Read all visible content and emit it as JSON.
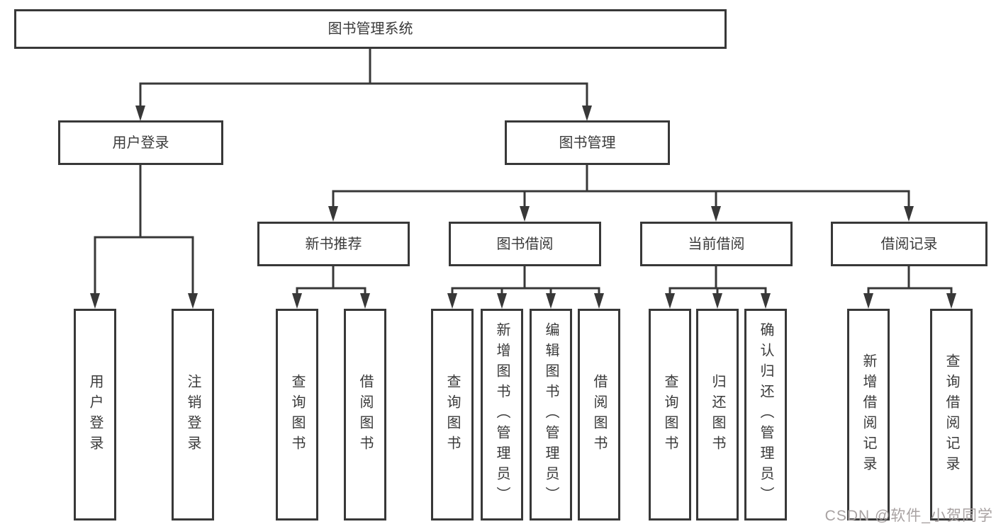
{
  "diagram": {
    "root": {
      "label": "图书管理系统"
    },
    "branches": [
      {
        "label": "用户登录",
        "children": [
          {
            "label": "用户登录"
          },
          {
            "label": "注销登录"
          }
        ]
      },
      {
        "label": "图书管理",
        "children": [
          {
            "label": "新书推荐",
            "children": [
              {
                "label": "查询图书"
              },
              {
                "label": "借阅图书"
              }
            ]
          },
          {
            "label": "图书借阅",
            "children": [
              {
                "label": "查询图书"
              },
              {
                "label": "新增图书（管理员）"
              },
              {
                "label": "编辑图书（管理员）"
              },
              {
                "label": "借阅图书"
              }
            ]
          },
          {
            "label": "当前借阅",
            "children": [
              {
                "label": "查询图书"
              },
              {
                "label": "归还图书"
              },
              {
                "label": "确认归还（管理员）"
              }
            ]
          },
          {
            "label": "借阅记录",
            "children": [
              {
                "label": "新增借阅记录"
              },
              {
                "label": "查询借阅记录"
              }
            ]
          }
        ]
      }
    ]
  },
  "watermark": {
    "text": "CSDN @软件_小贺同学"
  },
  "colors": {
    "line": "#383838",
    "box_border": "#383838",
    "text": "#3a3a3a",
    "background": "#ffffff",
    "watermark": "#a8a2a2"
  }
}
